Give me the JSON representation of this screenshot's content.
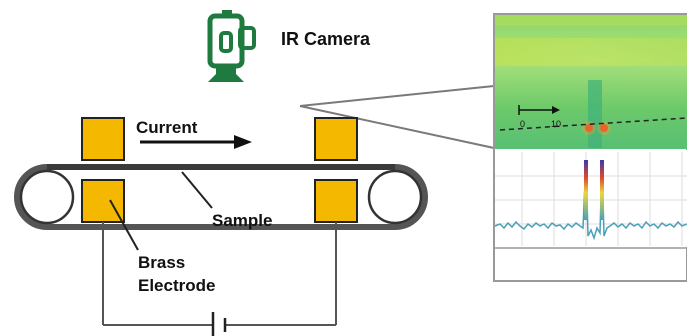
{
  "labels": {
    "camera": "IR Camera",
    "current": "Current",
    "sample": "Sample",
    "electrode_line1": "Brass",
    "electrode_line2": "Electrode"
  },
  "thermal_inset": {
    "scale_start": "0",
    "scale_mark": "10"
  },
  "colors": {
    "electrode": "#F5B800",
    "camera": "#1F7A3F",
    "belt": "#555555",
    "roller_fill": "#ffffff",
    "trace": "#4aa0b8",
    "thermal_bg": "#7fd06a"
  }
}
